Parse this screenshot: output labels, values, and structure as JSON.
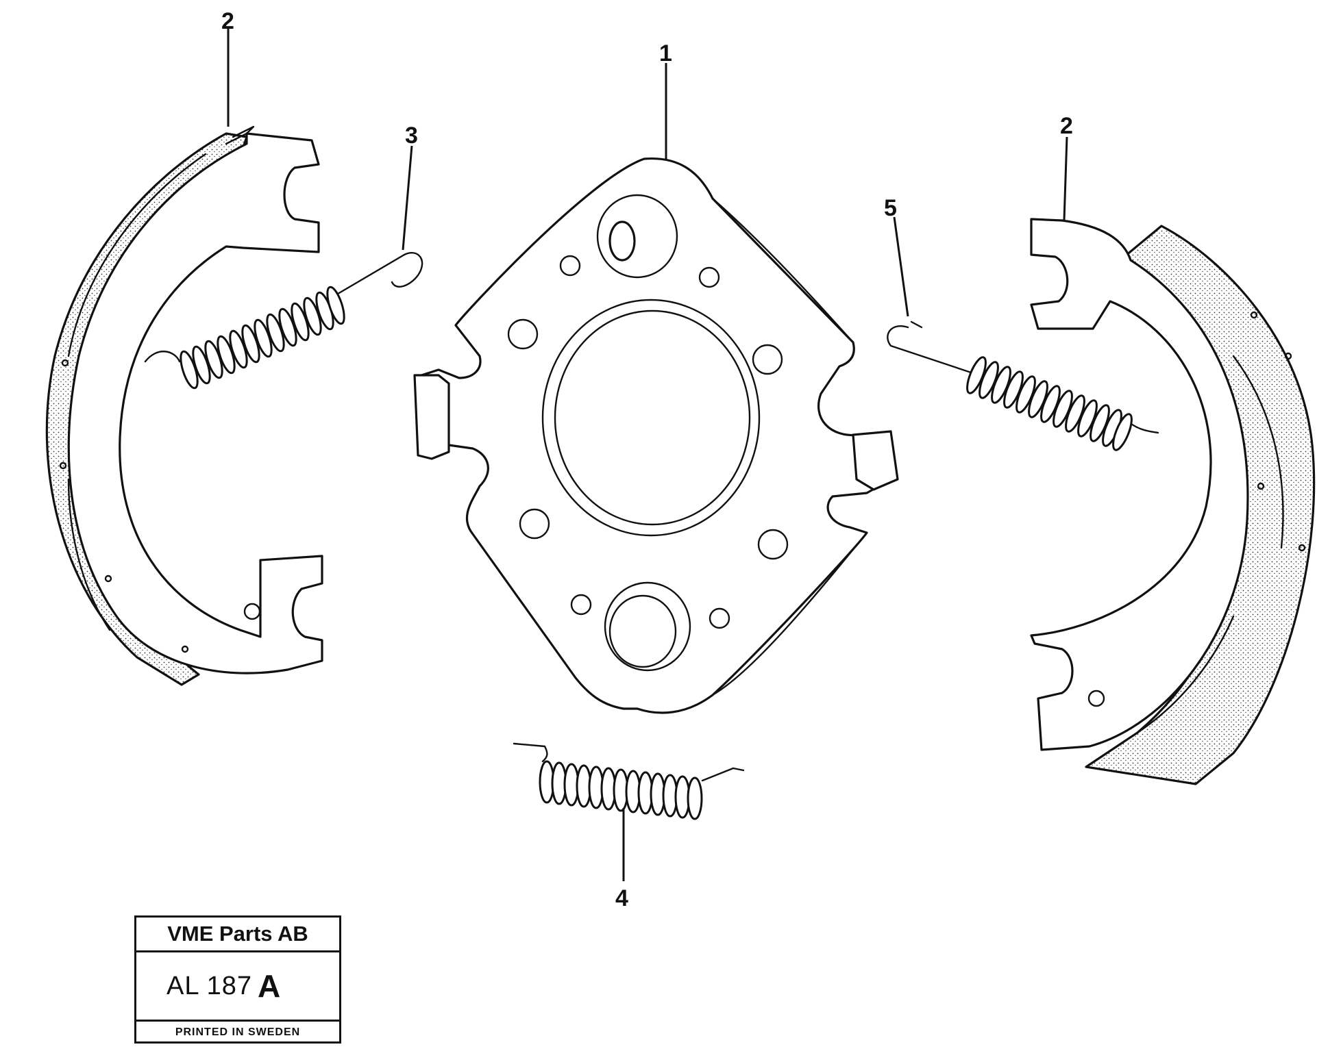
{
  "callouts": [
    {
      "id": "lever-left-upper",
      "label": "2"
    },
    {
      "id": "spring-upper-left",
      "label": "3"
    },
    {
      "id": "anchor-plate",
      "label": "1"
    },
    {
      "id": "shoe-right",
      "label": "2"
    },
    {
      "id": "spring-upper-right",
      "label": "5"
    },
    {
      "id": "spring-lower",
      "label": "4"
    }
  ],
  "stamp": {
    "company": "VME Parts AB",
    "drawing_number": "AL 187",
    "revision": "A",
    "footer": "PRINTED IN SWEDEN"
  }
}
